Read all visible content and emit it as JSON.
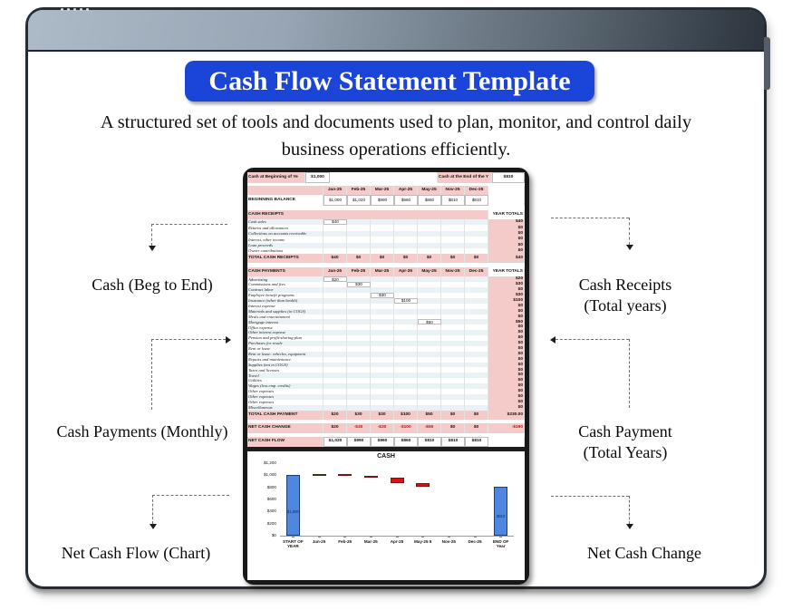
{
  "header": {
    "title": "Cash Flow Statement Template",
    "subtitle": "A structured set of tools and documents used to plan, monitor, and control daily business operations efficiently."
  },
  "colors": {
    "accent_blue": "#1b44d8",
    "section_pink": "#f4cbc8",
    "row_alt_blue": "#eaf2f5",
    "negative_red": "#e80000"
  },
  "callouts": [
    {
      "text": "Cash (Beg to End)"
    },
    {
      "text": "Cash Receipts\n(Total years)"
    },
    {
      "text": "Cash Payments (Monthly)"
    },
    {
      "text": "Cash Payment\n(Total Years)"
    },
    {
      "text": "Net Cash Flow (Chart)"
    },
    {
      "text": "Net Cash Change"
    }
  ],
  "sheet": {
    "beginning": {
      "label": "Cash at Beginning of Ye",
      "value": "$1,000"
    },
    "ending": {
      "label": "Cash at the End of the Y",
      "value": "$810"
    },
    "months": [
      "Jan-25",
      "Feb-25",
      "Mar-25",
      "Apr-25",
      "May-25",
      "Nov-25",
      "Dec-25"
    ],
    "year_totals_header": "YEAR TOTALS",
    "beginning_balance": {
      "label": "BEGINNING BALANCE",
      "values": [
        "$1,000",
        "$1,020",
        "$990",
        "$960",
        "$860",
        "$810",
        "$810"
      ]
    },
    "receipts": {
      "header": "CASH RECEIPTS",
      "rows": [
        {
          "label": "Cash sales",
          "values": [
            "$40",
            "",
            "",
            "",
            "",
            "",
            ""
          ],
          "total": "$40"
        },
        {
          "label": "Returns and allowances",
          "values": [
            "",
            "",
            "",
            "",
            "",
            "",
            ""
          ],
          "total": "$0"
        },
        {
          "label": "Collections on accounts receivable",
          "values": [
            "",
            "",
            "",
            "",
            "",
            "",
            ""
          ],
          "total": "$0"
        },
        {
          "label": "Interest, other income",
          "values": [
            "",
            "",
            "",
            "",
            "",
            "",
            ""
          ],
          "total": "$0"
        },
        {
          "label": "Loan proceeds",
          "values": [
            "",
            "",
            "",
            "",
            "",
            "",
            ""
          ],
          "total": "$0"
        },
        {
          "label": "Owner contributions",
          "values": [
            "",
            "",
            "",
            "",
            "",
            "",
            ""
          ],
          "total": "$0"
        }
      ],
      "total": {
        "label": "TOTAL CASH RECEIPTS",
        "values": [
          "$40",
          "$0",
          "$0",
          "$0",
          "$0",
          "$0",
          "$0"
        ],
        "total": "$40"
      }
    },
    "payments": {
      "header": "CASH PAYMENTS",
      "rows": [
        {
          "label": "Advertising",
          "values": [
            "$20",
            "",
            "",
            "",
            "",
            "",
            ""
          ],
          "total": "$20"
        },
        {
          "label": "Commissions and fees",
          "values": [
            "",
            "$30",
            "",
            "",
            "",
            "",
            ""
          ],
          "total": "$30"
        },
        {
          "label": "Contract labor",
          "values": [
            "",
            "",
            "",
            "",
            "",
            "",
            ""
          ],
          "total": "$0"
        },
        {
          "label": "Employee benefit programs",
          "values": [
            "",
            "",
            "$30",
            "",
            "",
            "",
            ""
          ],
          "total": "$30"
        },
        {
          "label": "Insurance (other than health)",
          "values": [
            "",
            "",
            "",
            "$100",
            "",
            "",
            ""
          ],
          "total": "$100"
        },
        {
          "label": "Interest expense",
          "values": [
            "",
            "",
            "",
            "",
            "",
            "",
            ""
          ],
          "total": "$0"
        },
        {
          "label": "Materials and supplies (in COGS)",
          "values": [
            "",
            "",
            "",
            "",
            "",
            "",
            ""
          ],
          "total": "$0"
        },
        {
          "label": "Meals and entertainment",
          "values": [
            "",
            "",
            "",
            "",
            "",
            "",
            ""
          ],
          "total": "$0"
        },
        {
          "label": "Mortgage interest",
          "values": [
            "",
            "",
            "",
            "",
            "$50",
            "",
            ""
          ],
          "total": "$50"
        },
        {
          "label": "Office expense",
          "values": [
            "",
            "",
            "",
            "",
            "",
            "",
            ""
          ],
          "total": "$0"
        },
        {
          "label": "Other interest expense",
          "values": [
            "",
            "",
            "",
            "",
            "",
            "",
            ""
          ],
          "total": "$0"
        },
        {
          "label": "Pension and profit-sharing plan",
          "values": [
            "",
            "",
            "",
            "",
            "",
            "",
            ""
          ],
          "total": "$0"
        },
        {
          "label": "Purchases for resale",
          "values": [
            "",
            "",
            "",
            "",
            "",
            "",
            ""
          ],
          "total": "$0"
        },
        {
          "label": "Rent or lease",
          "values": [
            "",
            "",
            "",
            "",
            "",
            "",
            ""
          ],
          "total": "$0"
        },
        {
          "label": "Rent or lease: vehicles, equipment",
          "values": [
            "",
            "",
            "",
            "",
            "",
            "",
            ""
          ],
          "total": "$0"
        },
        {
          "label": "Repairs and maintenance",
          "values": [
            "",
            "",
            "",
            "",
            "",
            "",
            ""
          ],
          "total": "$0"
        },
        {
          "label": "Supplies (not in COGS)",
          "values": [
            "",
            "",
            "",
            "",
            "",
            "",
            ""
          ],
          "total": "$0"
        },
        {
          "label": "Taxes and licenses",
          "values": [
            "",
            "",
            "",
            "",
            "",
            "",
            ""
          ],
          "total": "$0"
        },
        {
          "label": "Travel",
          "values": [
            "",
            "",
            "",
            "",
            "",
            "",
            ""
          ],
          "total": "$0"
        },
        {
          "label": "Utilities",
          "values": [
            "",
            "",
            "",
            "",
            "",
            "",
            ""
          ],
          "total": "$0"
        },
        {
          "label": "Wages (less emp. credits)",
          "values": [
            "",
            "",
            "",
            "",
            "",
            "",
            ""
          ],
          "total": "$0"
        },
        {
          "label": "Other expenses",
          "values": [
            "",
            "",
            "",
            "",
            "",
            "",
            ""
          ],
          "total": "$0"
        },
        {
          "label": "Other expenses",
          "values": [
            "",
            "",
            "",
            "",
            "",
            "",
            ""
          ],
          "total": "$0"
        },
        {
          "label": "Other expenses",
          "values": [
            "",
            "",
            "",
            "",
            "",
            "",
            ""
          ],
          "total": "$0"
        },
        {
          "label": "Miscellaneous",
          "values": [
            "",
            "",
            "",
            "",
            "",
            "",
            ""
          ],
          "total": "$0"
        }
      ],
      "total": {
        "label": "TOTAL CASH PAYMENT",
        "values": [
          "$20",
          "$30",
          "$30",
          "$100",
          "$50",
          "$0",
          "$0"
        ],
        "total": "$230.00"
      }
    },
    "net_cash_change": {
      "label": "NET CASH CHANGE",
      "values": [
        "$20",
        "-$30",
        "-$30",
        "-$100",
        "-$50",
        "$0",
        "$0"
      ],
      "total": "-$190"
    },
    "net_cash_flow": {
      "label": "NET CASH FLOW",
      "values": [
        "$1,020",
        "$990",
        "$960",
        "$860",
        "$810",
        "$810",
        "$810"
      ],
      "total": ""
    }
  },
  "chart_data": {
    "type": "bar",
    "subtype": "waterfall",
    "title": "CASH",
    "ylim": [
      0,
      1200
    ],
    "yticks": [
      "$0",
      "$200",
      "$400",
      "$600",
      "$800",
      "$1,000",
      "$1,200"
    ],
    "ytick_values": [
      0,
      200,
      400,
      600,
      800,
      1000,
      1200
    ],
    "grid": false,
    "legend": "none",
    "bars": [
      {
        "category": "START OF\nYEAR",
        "low": 0,
        "high": 1000,
        "color": "#4e86e0",
        "border": "#1f3e75",
        "label": "$1,000"
      },
      {
        "category": "Jan-25",
        "low": 1000,
        "high": 1020,
        "color": "#5a7230",
        "border": "#2c3a14",
        "label": ""
      },
      {
        "category": "Feb-25",
        "low": 990,
        "high": 1020,
        "color": "#e01010",
        "border": "#7d1010",
        "label": ""
      },
      {
        "category": "Mar-25",
        "low": 960,
        "high": 990,
        "color": "#e01010",
        "border": "#7d1010",
        "label": ""
      },
      {
        "category": "Apr-25",
        "low": 860,
        "high": 960,
        "color": "#e01010",
        "border": "#7d1010",
        "label": ""
      },
      {
        "category": "May-25 5",
        "low": 810,
        "high": 860,
        "color": "#e01010",
        "border": "#7d1010",
        "label": ""
      },
      {
        "category": "Nov-25",
        "low": 810,
        "high": 810,
        "color": null,
        "border": null,
        "label": ""
      },
      {
        "category": "Dec-25",
        "low": 810,
        "high": 810,
        "color": null,
        "border": null,
        "label": ""
      },
      {
        "category": "END OF\nYear",
        "low": 0,
        "high": 810,
        "color": "#4e86e0",
        "border": "#1f3e75",
        "label": "$810"
      }
    ]
  }
}
